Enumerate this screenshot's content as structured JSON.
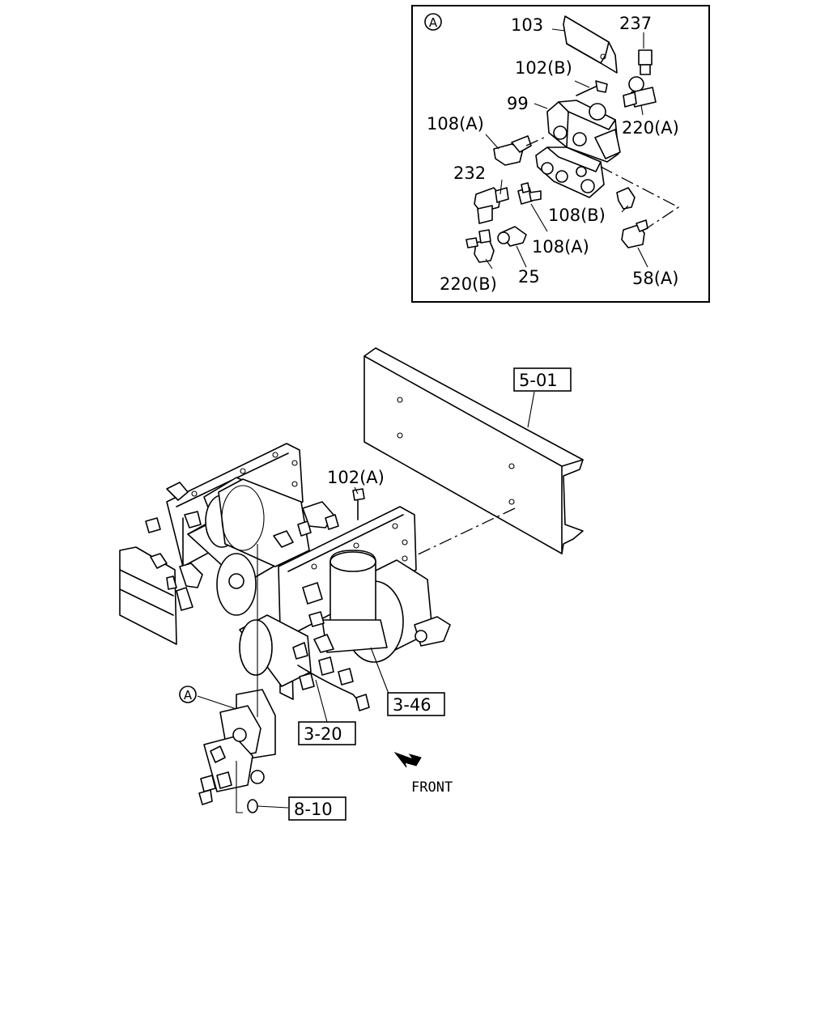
{
  "detail": {
    "marker": "A",
    "labels": {
      "p103": "103",
      "p237": "237",
      "p102b": "102(B)",
      "p99": "99",
      "p108a_top": "108(A)",
      "p220a": "220(A)",
      "p232": "232",
      "p108b": "108(B)",
      "p108a_bottom": "108(A)",
      "p220b": "220(B)",
      "p25": "25",
      "p58a": "58(A)"
    }
  },
  "main": {
    "labels": {
      "p102a": "102(A)",
      "p501": "5-01",
      "p346": "3-46",
      "p320": "3-20",
      "p810": "8-10",
      "marker": "A",
      "front": "FRONT"
    }
  }
}
